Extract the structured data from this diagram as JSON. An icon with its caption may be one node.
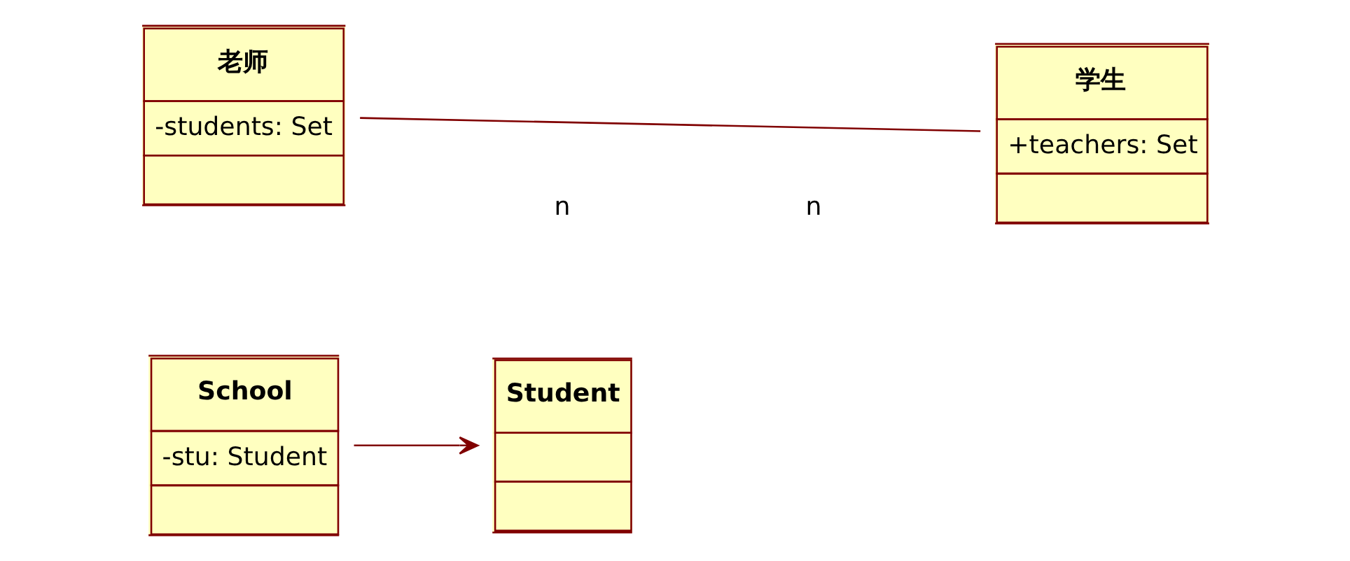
{
  "diagram": {
    "nodes": [
      {
        "text": [
          "School",
          "-stu: Student"
        ]
      },
      {
        "text": [
          "Student"
        ]
      },
      {
        "text": [
          "老师",
          "-students: Set"
        ]
      },
      {
        "text": [
          "学生",
          "+teachers: Set"
        ]
      }
    ],
    "edges": [
      {
        "from": 0,
        "to": 1,
        "arrow": "to"
      },
      {
        "from": 2,
        "to": 3,
        "arrow": "none"
      }
    ],
    "labels": [
      "n",
      "n"
    ]
  }
}
